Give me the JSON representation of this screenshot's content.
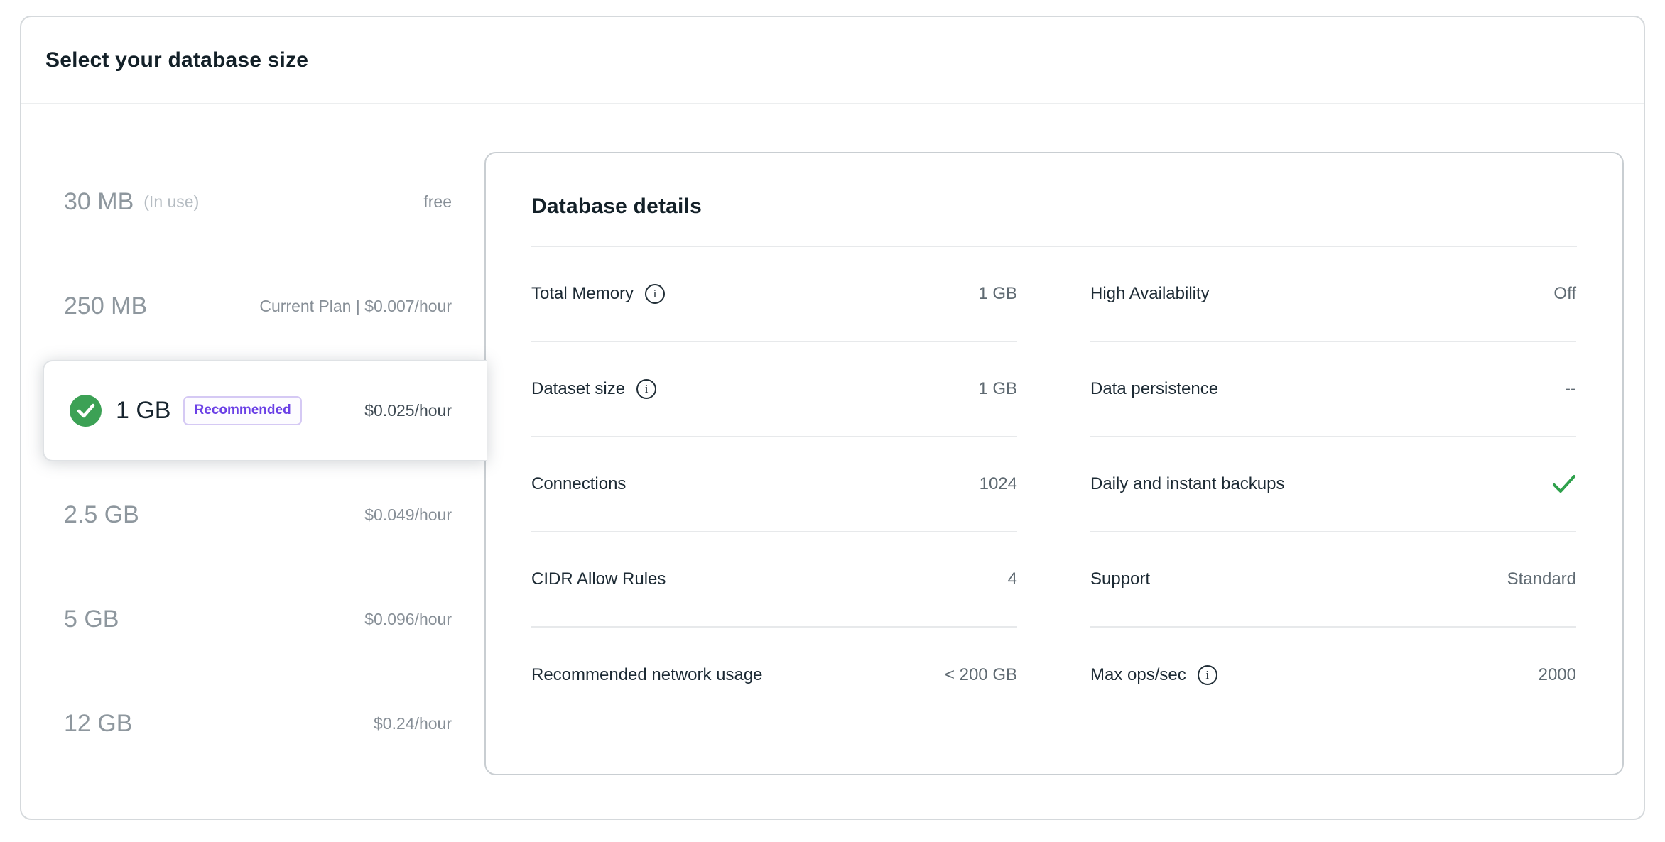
{
  "header": {
    "title": "Select your database size"
  },
  "plans": [
    {
      "size": "30 MB",
      "note": "(In use)",
      "price": "free"
    },
    {
      "size": "250 MB",
      "price": "Current Plan | $0.007/hour"
    },
    {
      "size": "1 GB",
      "badge": "Recommended",
      "price": "$0.025/hour",
      "selected": true
    },
    {
      "size": "2.5 GB",
      "price": "$0.049/hour"
    },
    {
      "size": "5 GB",
      "price": "$0.096/hour"
    },
    {
      "size": "12 GB",
      "price": "$0.24/hour"
    }
  ],
  "details": {
    "title": "Database details",
    "left_rows": [
      {
        "label": "Total Memory",
        "info": true,
        "value": "1 GB"
      },
      {
        "label": "Dataset size",
        "info": true,
        "value": "1 GB"
      },
      {
        "label": "Connections",
        "value": "1024"
      },
      {
        "label": "CIDR Allow Rules",
        "value": "4"
      },
      {
        "label": "Recommended network usage",
        "value": "< 200 GB"
      }
    ],
    "right_rows": [
      {
        "label": "High Availability",
        "value": "Off"
      },
      {
        "label": "Data persistence",
        "value": "--"
      },
      {
        "label": "Daily and instant backups",
        "value_icon": "green-check"
      },
      {
        "label": "Support",
        "value": "Standard"
      },
      {
        "label": "Max ops/sec",
        "info": true,
        "value": "2000"
      }
    ]
  },
  "colors": {
    "selected_check_green": "#3ca155",
    "backup_check_green": "#2fa14c",
    "badge_purple": "#6b40e6",
    "badge_border": "#d5c9f4",
    "dark_text": "#17242e",
    "gray_text": "#8e979e",
    "value_text": "#5f6a72",
    "panel_border": "#c9ced2"
  }
}
